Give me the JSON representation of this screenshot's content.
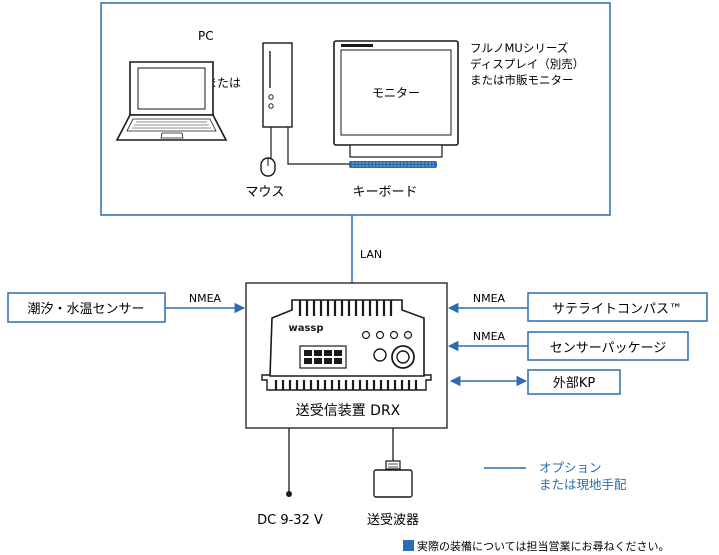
{
  "pc_group": {
    "label_pc": "PC",
    "label_or": "または",
    "monitor_label": "モニター",
    "monitor_desc": [
      "フルノMUシリーズ",
      "ディスプレイ（別売）",
      "または市販モニター"
    ],
    "mouse_label": "マウス",
    "keyboard_label": "キーボード"
  },
  "lan_label": "LAN",
  "left_sensor": {
    "label": "潮汐・水温センサー",
    "link": "NMEA"
  },
  "right_inputs": [
    {
      "label": "サテライトコンパス™",
      "link": "NMEA"
    },
    {
      "label": "センサーパッケージ",
      "link": "NMEA"
    },
    {
      "label": "外部KP",
      "link": ""
    }
  ],
  "transceiver": {
    "label": "送受信装置 DRX",
    "brand": "wassp"
  },
  "power_label": "DC 9-32 V",
  "transducer_label": "送受波器",
  "legend": {
    "line1": "オプション",
    "line2": "または現地手配"
  },
  "footnote": "実際の装備については担当営業にお尋ねください。",
  "colors": {
    "accent": "#2b6cb0",
    "line": "#1a1a1a"
  }
}
